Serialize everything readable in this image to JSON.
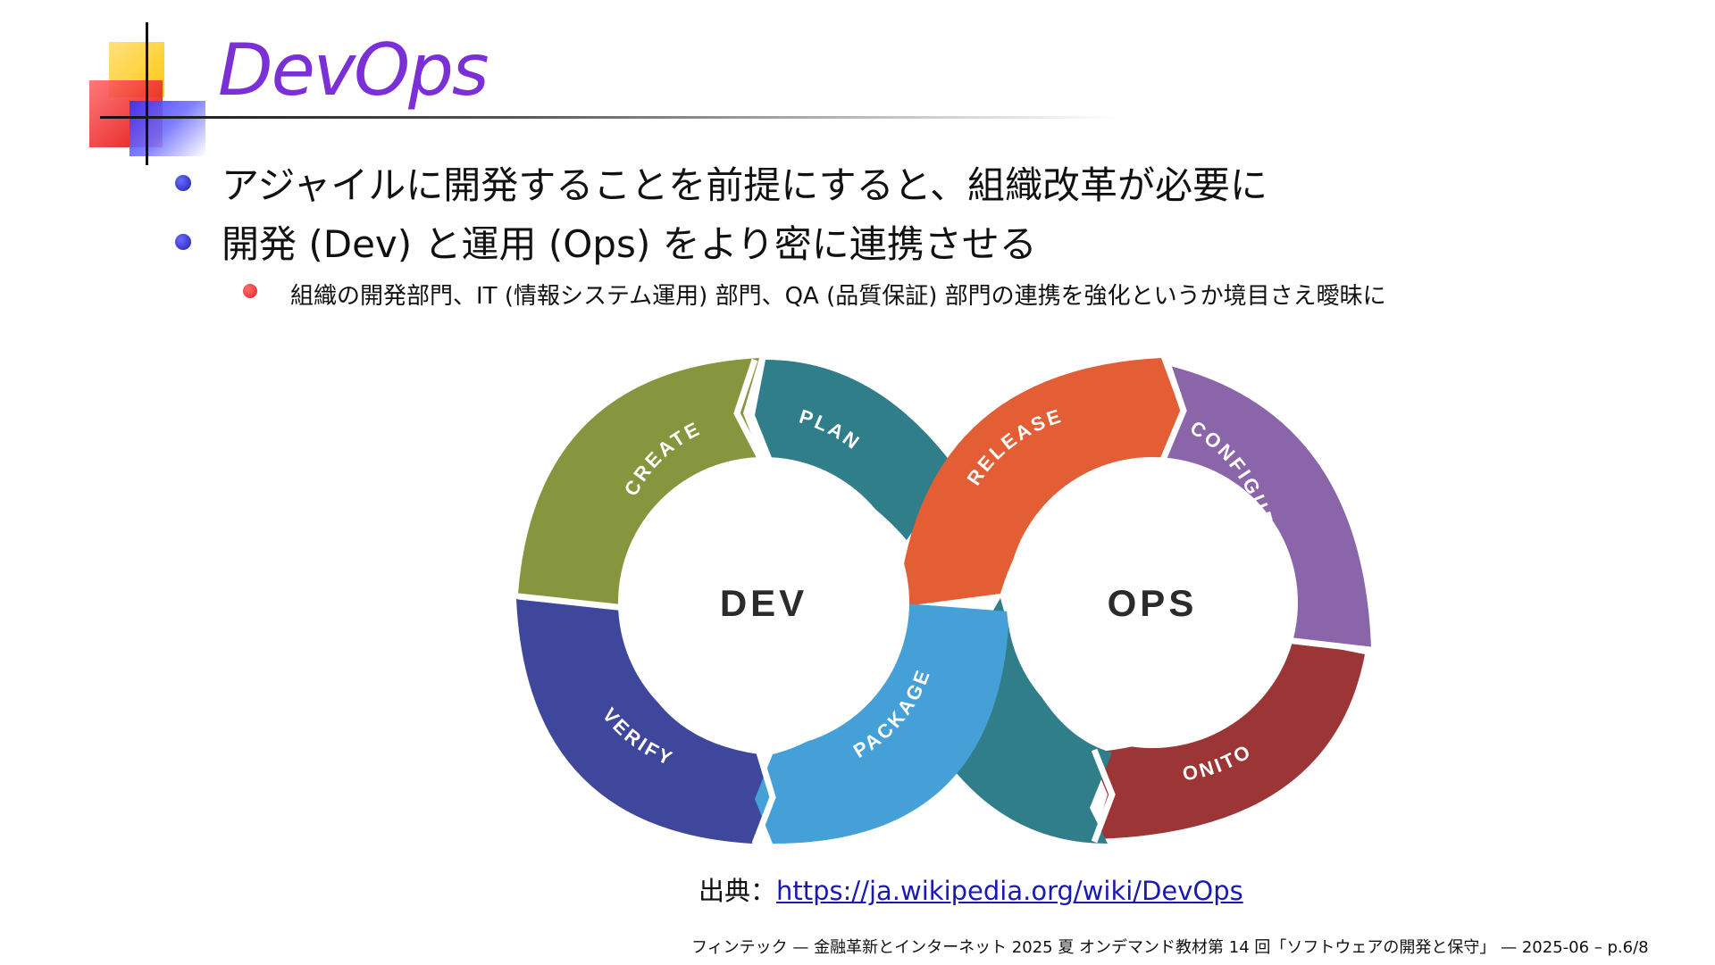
{
  "slide": {
    "title": "DevOps",
    "bullets": [
      "アジャイルに開発することを前提にすると、組織改革が必要に",
      "開発 (Dev) と運用 (Ops) をより密に連携させる"
    ],
    "sub_bullets": [
      "組織の開発部門、IT (情報システム運用) 部門、QA (品質保証) 部門の連携を強化というか境目さえ曖昧に"
    ]
  },
  "diagram": {
    "dev_label": "DEV",
    "ops_label": "OPS",
    "segments": {
      "create": "CREATE",
      "plan": "PLAN",
      "verify": "VERIFY",
      "package": "PACKAGE",
      "release": "RELEASE",
      "configure": "CONFIGURE",
      "monitor": "MONITOR"
    },
    "colors": {
      "create": "#86963f",
      "plan": "#2f7e8a",
      "verify": "#3e479b",
      "package": "#45a0d8",
      "release": "#e35d35",
      "configure": "#8a65aa",
      "monitor": "#9c3535"
    }
  },
  "source": {
    "prefix": "出典：",
    "link_text": "https://ja.wikipedia.org/wiki/DevOps"
  },
  "footer": {
    "text": "フィンテック — 金融革新とインターネット 2025 夏 オンデマンド教材第 14 回「ソフトウェアの開発と保守」 — 2025-06 – p.6/8"
  }
}
